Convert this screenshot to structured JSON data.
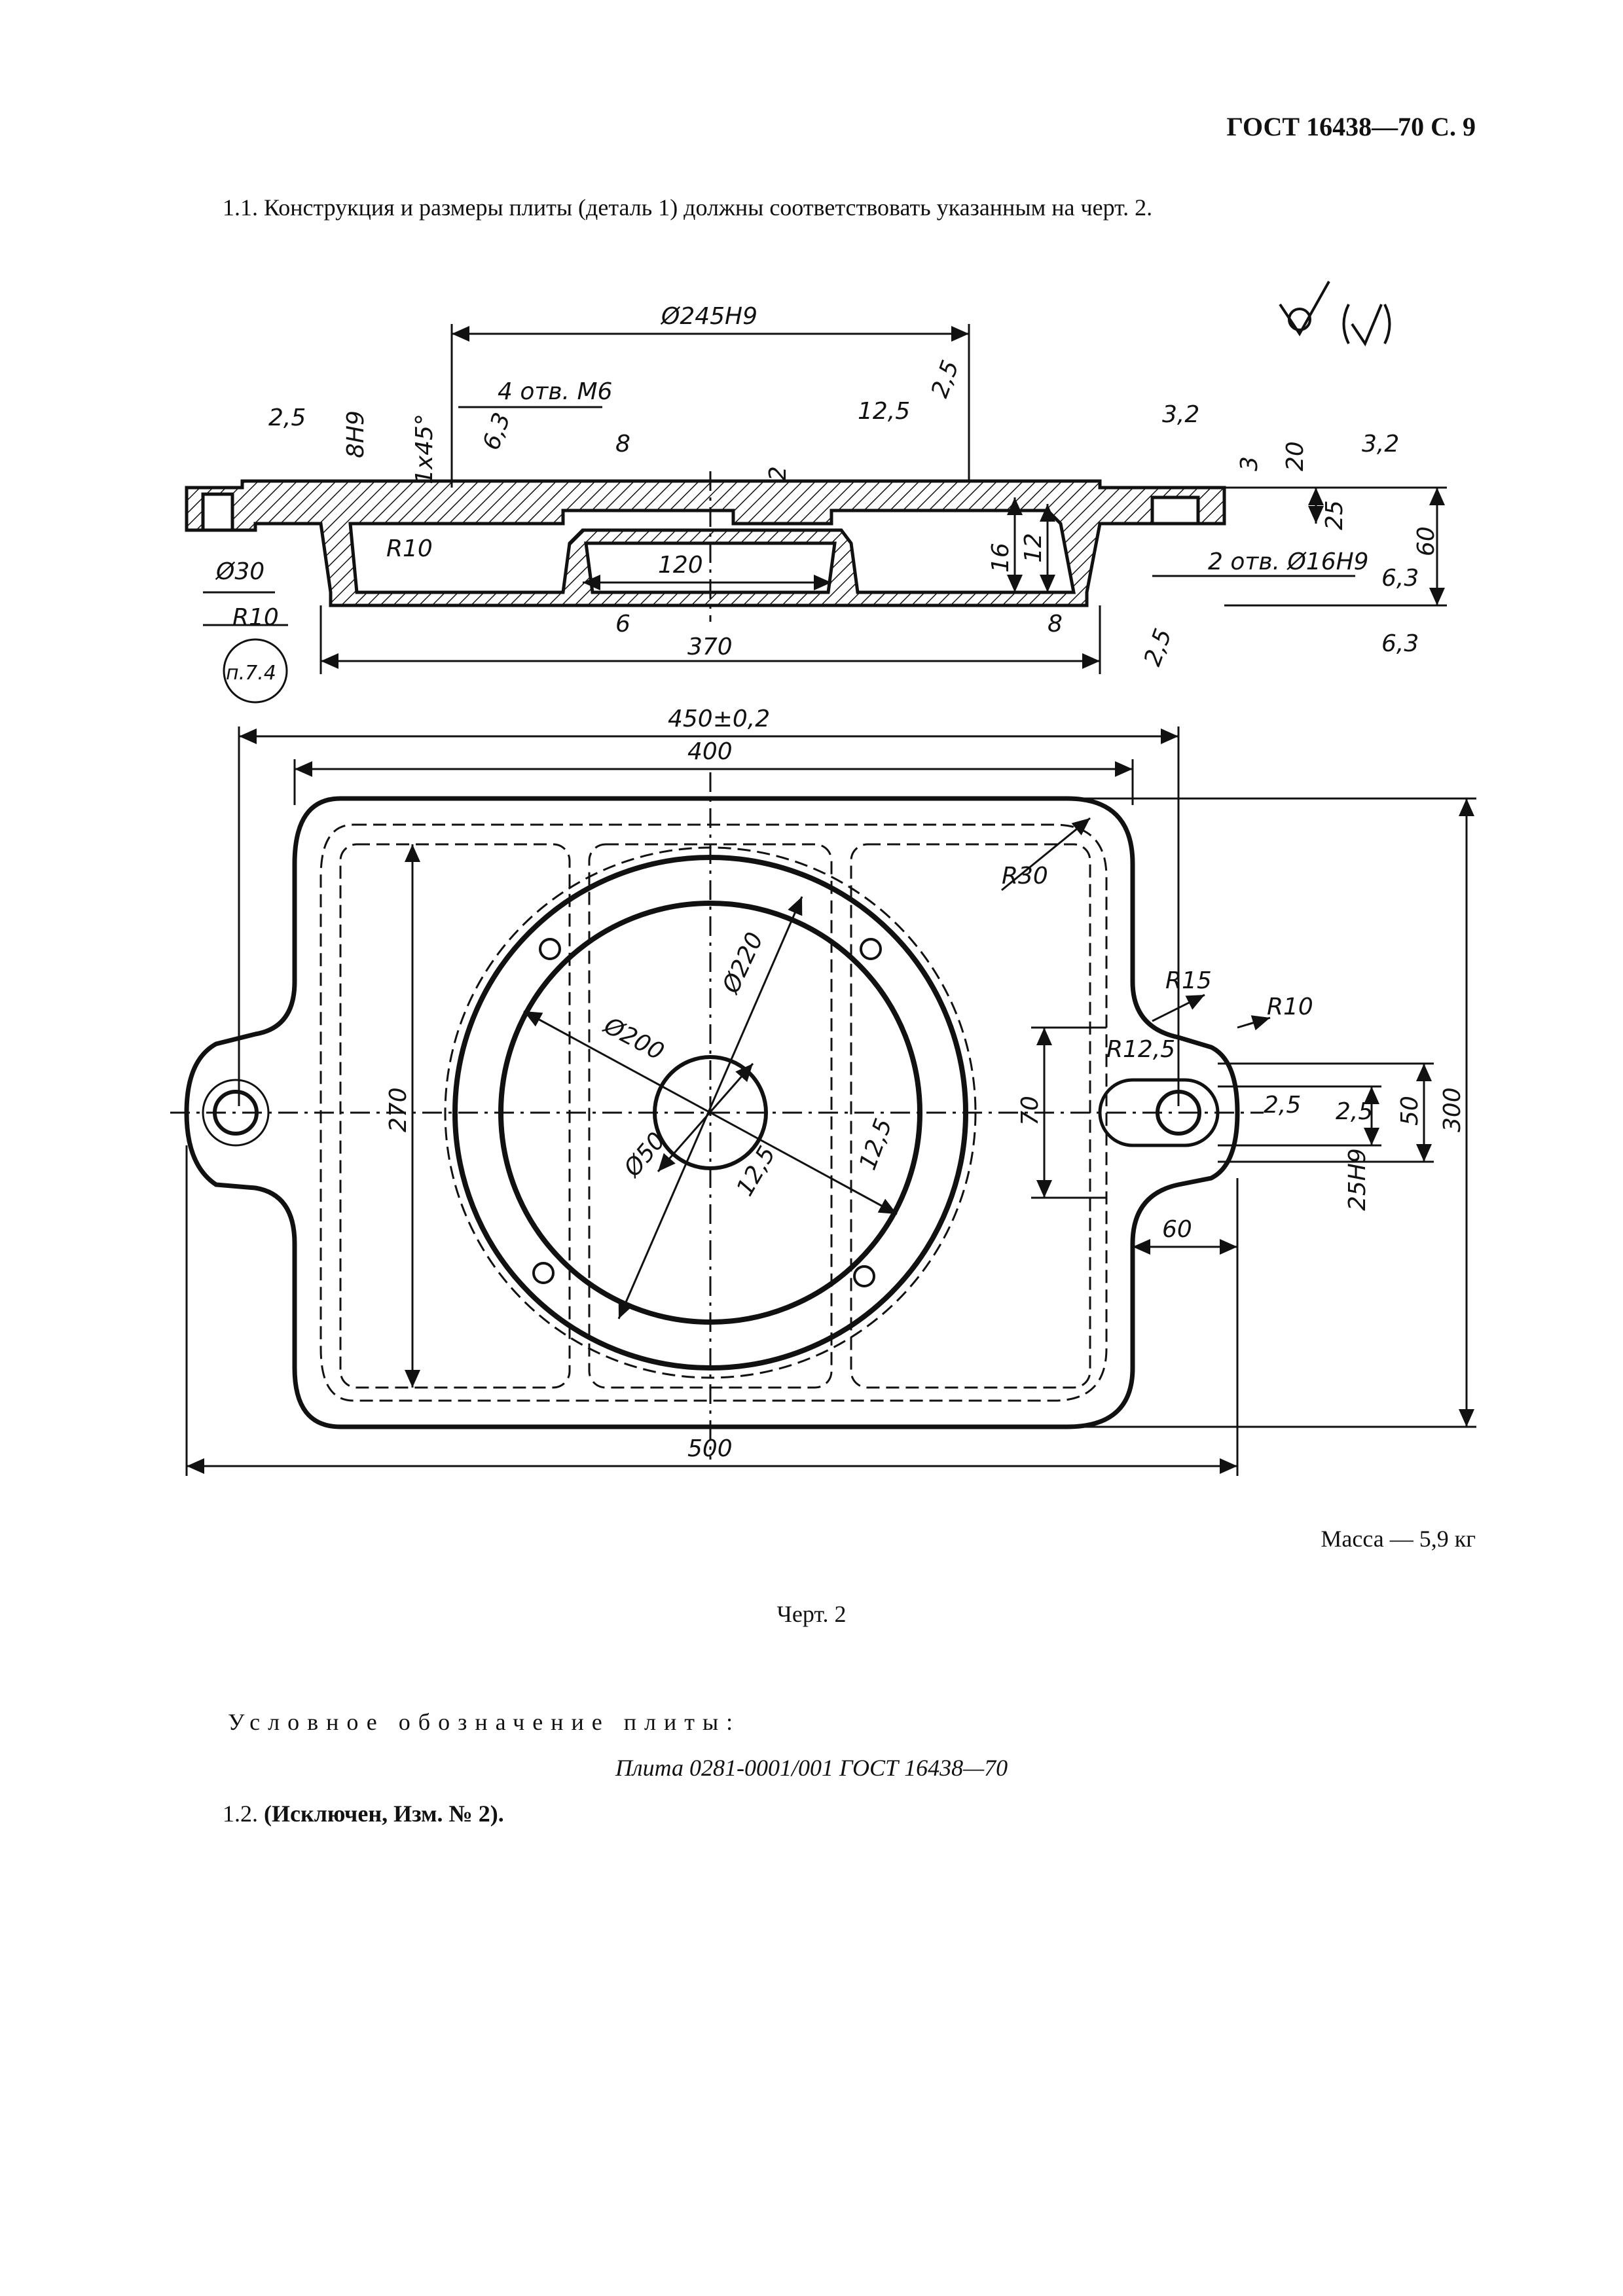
{
  "header": {
    "standard_ref": "ГОСТ 16438—70 С. 9"
  },
  "paragraphs": {
    "p1_1": "1.1. Конструкция и размеры плиты (деталь 1) должны соответствовать указанным на черт. 2.",
    "p1_2_num": "1.2.",
    "p1_2_text": "(Исключен, Изм. № 2)."
  },
  "drawing": {
    "section_dims": {
      "d245": "Ø245H9",
      "holes_m6": "4 отв. M6",
      "r2_5_left": "2,5",
      "r8h9": "8H9",
      "chamfer": "1x45°",
      "r6_3": "6,3",
      "d8_top": "8",
      "r12_5": "12,5",
      "r2_5_top": "2,5",
      "d2": "2",
      "r3_2_top": "3,2",
      "d3": "3",
      "d20": "20",
      "r3_2_right": "3,2",
      "d25": "25",
      "d60": "60",
      "d16": "16",
      "d12": "12",
      "d120": "120",
      "r10_mid": "R10",
      "d30": "Ø30",
      "r10_left": "R10",
      "note": "п.7.4",
      "d6": "6",
      "d370": "370",
      "d8_bottom": "8",
      "holes_16": "2 отв. Ø16H9",
      "r6_3_a": "6,3",
      "r6_3_b": "6,3",
      "r2_5_bottom": "2,5"
    },
    "plan_dims": {
      "d450": "450±0,2",
      "d400": "400",
      "r30": "R30",
      "r15": "R15",
      "r10": "R10",
      "r12_5": "R12,5",
      "d270": "270",
      "d220": "Ø220",
      "d200": "Ø200",
      "d50": "Ø50",
      "r12_5_a": "12,5",
      "r12_5_b": "12,5",
      "d70": "70",
      "r2_5_a": "2,5",
      "r2_5_b": "2,5",
      "d50_right": "50",
      "d25h9": "25H9",
      "d300": "300",
      "d60": "60",
      "d500": "500"
    }
  },
  "mass": "Масса — 5,9 кг",
  "caption": "Черт. 2",
  "designation": {
    "label": "Условное обозначение плиты:",
    "value": "Плита 0281-0001/001 ГОСТ 16438—70"
  }
}
